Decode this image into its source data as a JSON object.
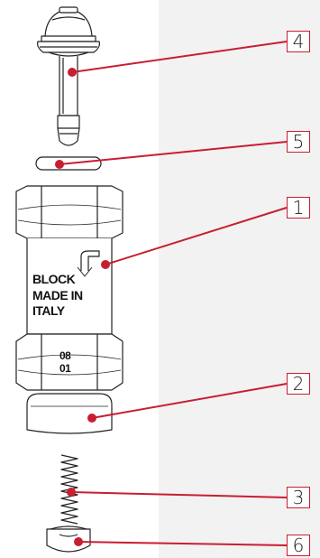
{
  "diagram": {
    "accent_color": "#c81e32",
    "body_engraving": {
      "lines": [
        "BLOCK",
        "MADE IN",
        "ITALY"
      ],
      "code_lines": [
        "08",
        "01"
      ]
    },
    "callouts": [
      {
        "id": "callout-4",
        "label": "4",
        "part": "valve-stem"
      },
      {
        "id": "callout-5",
        "label": "5",
        "part": "o-ring"
      },
      {
        "id": "callout-1",
        "label": "1",
        "part": "hex-body"
      },
      {
        "id": "callout-2",
        "label": "2",
        "part": "cap-seal"
      },
      {
        "id": "callout-3",
        "label": "3",
        "part": "spring"
      },
      {
        "id": "callout-6",
        "label": "6",
        "part": "valve-seat"
      }
    ]
  }
}
